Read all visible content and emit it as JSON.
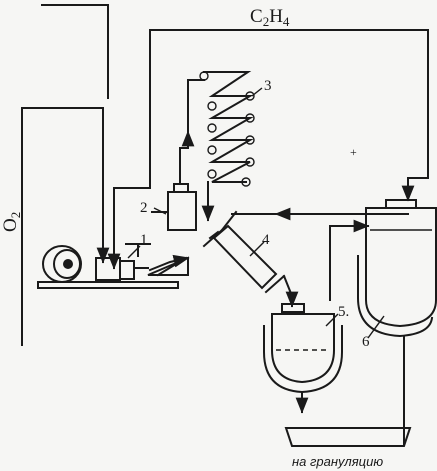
{
  "labels": {
    "ethylene": "C",
    "ethylene_sub": "2",
    "ethylene_h": "H",
    "ethylene_sub2": "4",
    "oxygen": "O",
    "oxygen_sub": "2",
    "unit_1": "1",
    "unit_2": "2",
    "unit_3": "3",
    "unit_4": "4",
    "unit_5": "5.",
    "unit_6": "6",
    "destination": "на грануляцию"
  }
}
